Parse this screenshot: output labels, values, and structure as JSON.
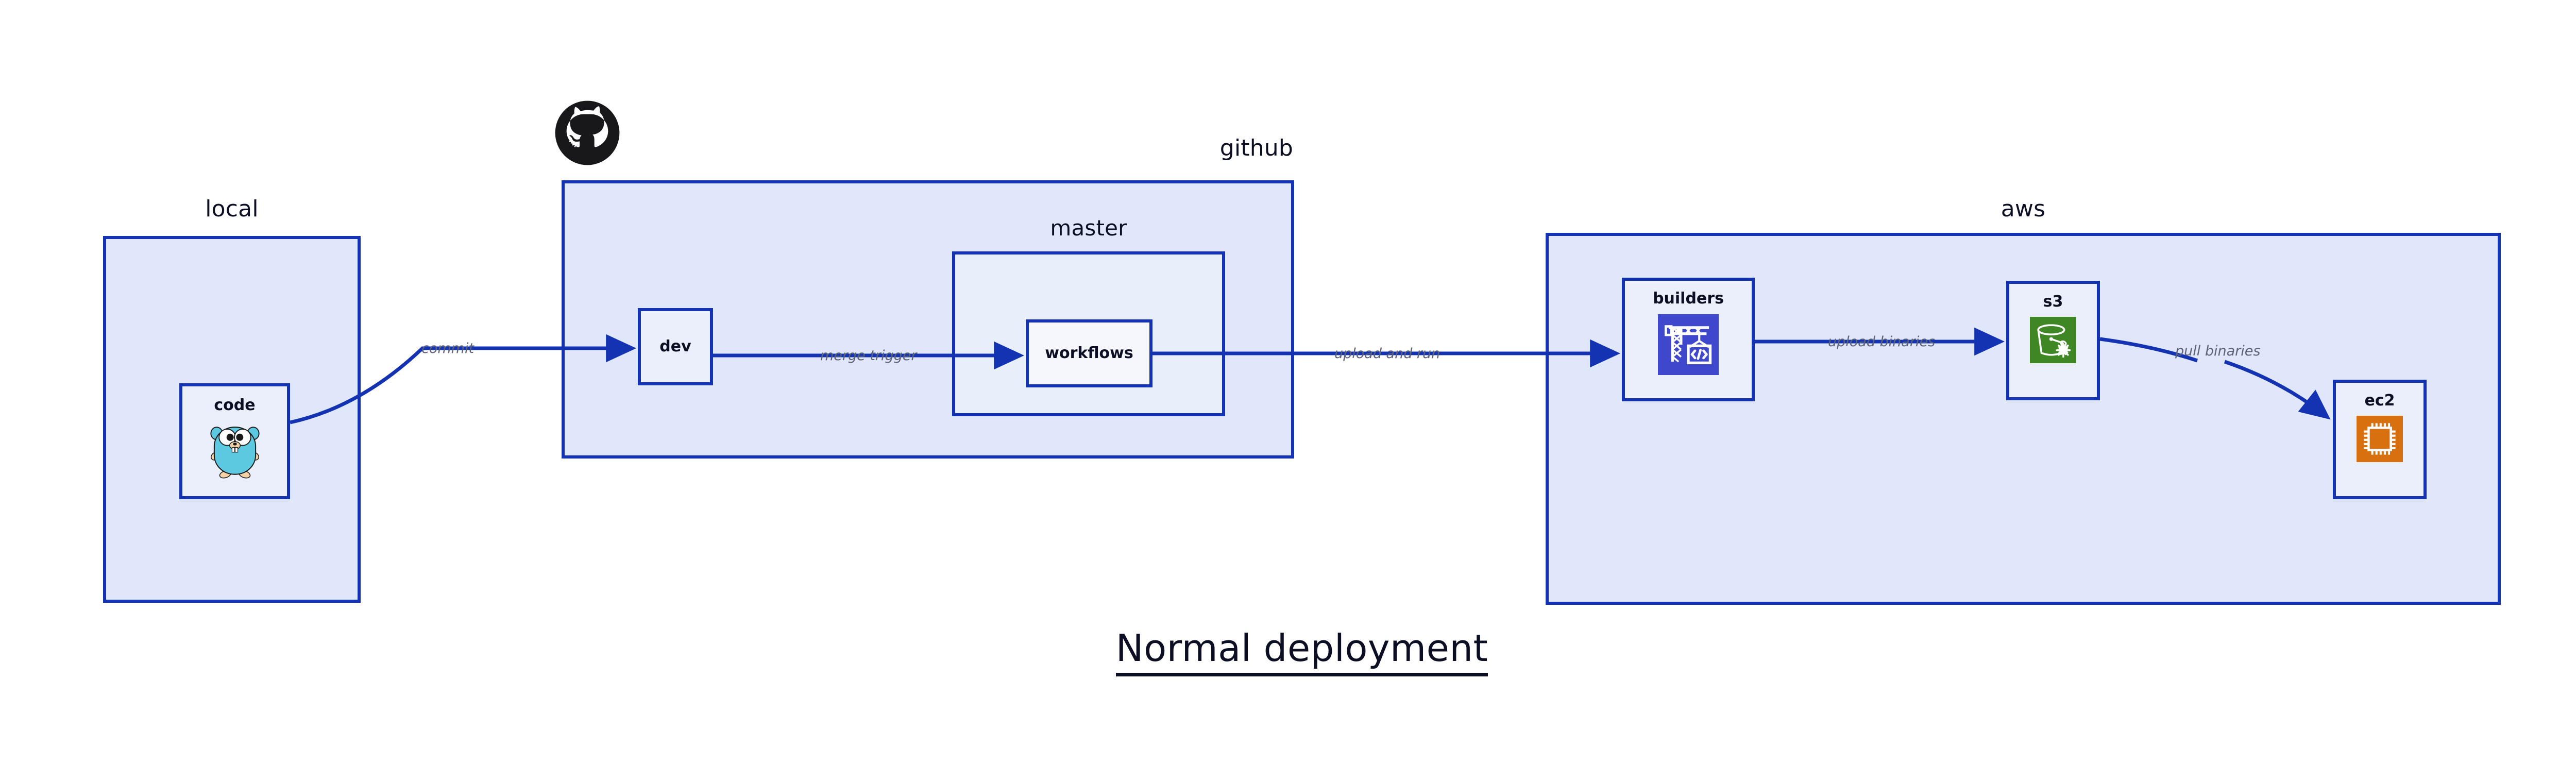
{
  "title": "Normal deployment",
  "colors": {
    "border": "#1433b2",
    "group_fill": "#e1e7fa",
    "inner_group_fill": "#e9eefb",
    "node_fill": "#eaeffb",
    "edge_stroke": "#1433b2",
    "edge_label_text": "#5c6378",
    "title_text": "#0c0f24",
    "go_gopher_body": "#5dc9e1",
    "aws_codebuild": "#3f48cc",
    "aws_s3": "#3f8624",
    "aws_ec2": "#d9700f",
    "github_mark": "#18181b"
  },
  "groups": [
    {
      "id": "local",
      "label": "local",
      "label_align": "center"
    },
    {
      "id": "github",
      "label": "github",
      "label_align": "right"
    },
    {
      "id": "master",
      "label": "master",
      "label_align": "center"
    },
    {
      "id": "aws",
      "label": "aws",
      "label_align": "center"
    }
  ],
  "nodes": [
    {
      "id": "code",
      "label": "code",
      "icon": "go-gopher-icon"
    },
    {
      "id": "dev",
      "label": "dev",
      "icon": null
    },
    {
      "id": "workflows",
      "label": "workflows",
      "icon": null
    },
    {
      "id": "builders",
      "label": "builders",
      "icon": "aws-codebuild-icon"
    },
    {
      "id": "s3",
      "label": "s3",
      "icon": "aws-s3-glacier-icon"
    },
    {
      "id": "ec2",
      "label": "ec2",
      "icon": "aws-ec2-icon"
    }
  ],
  "edges": [
    {
      "id": "code-dev",
      "from": "code",
      "to": "dev",
      "label": "commit"
    },
    {
      "id": "dev-workflows",
      "from": "dev",
      "to": "workflows",
      "label": "merge trigger"
    },
    {
      "id": "workflows-build",
      "from": "workflows",
      "to": "builders",
      "label": "upload and run"
    },
    {
      "id": "builders-s3",
      "from": "builders",
      "to": "s3",
      "label": "upload binaries"
    },
    {
      "id": "s3-ec2",
      "from": "s3",
      "to": "ec2",
      "label": "pull binaries"
    }
  ],
  "icons": {
    "github_mark": "github-octocat-icon"
  }
}
